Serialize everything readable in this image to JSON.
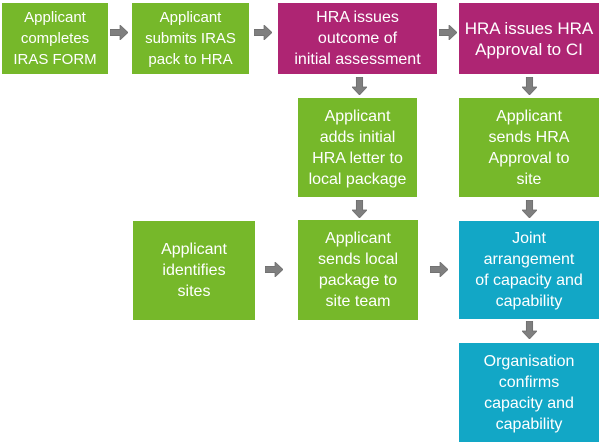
{
  "diagram_type": "flowchart",
  "colors": {
    "green": "#76b82a",
    "magenta": "#ae2573",
    "cyan": "#12a7c6",
    "arrow": "#7f7f7f",
    "text": "#ffffff"
  },
  "nodes": [
    {
      "label": "Applicant\ncompletes\nIRAS FORM"
    },
    {
      "label": "Applicant\nsubmits IRAS\npack to HRA"
    },
    {
      "label": "HRA issues\noutcome of\ninitial assessment"
    },
    {
      "label": "HRA issues HRA\nApproval to CI"
    },
    {
      "label": "Applicant\nadds initial\nHRA letter to\nlocal package"
    },
    {
      "label": "Applicant\nsends HRA\nApproval to\nsite"
    },
    {
      "label": "Applicant\nidentifies\nsites"
    },
    {
      "label": "Applicant\nsends local\npackage to\nsite team"
    },
    {
      "label": "Joint\narrangement\nof capacity and\ncapability"
    },
    {
      "label": "Organisation\nconfirms\ncapacity and\ncapability"
    }
  ]
}
